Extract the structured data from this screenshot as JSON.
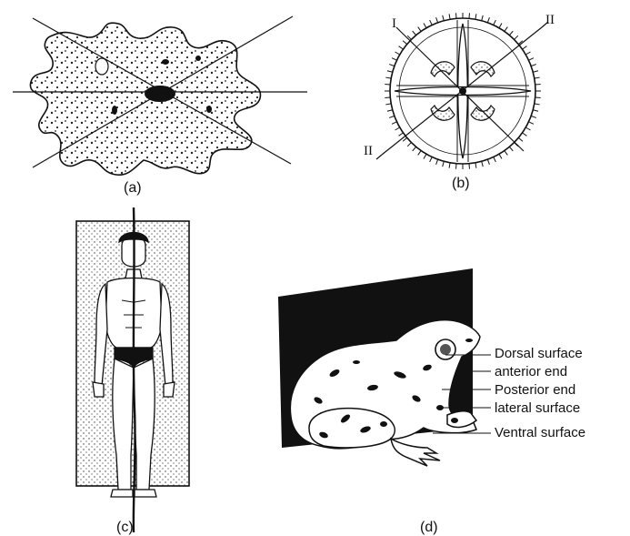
{
  "captions": {
    "a": "(a)",
    "b": "(b)",
    "c": "(c)",
    "d": "(d)"
  },
  "axis_labels": {
    "b_upper_left": "I",
    "b_upper_right": "II",
    "b_lower_left": "II"
  },
  "frog_labels": {
    "dorsal_surface": "Dorsal surface",
    "anterior_end": "anterior end",
    "posterior_end": "Posterior end",
    "lateral_surface": "lateral surface",
    "ventral_surface": "Ventral surface"
  }
}
